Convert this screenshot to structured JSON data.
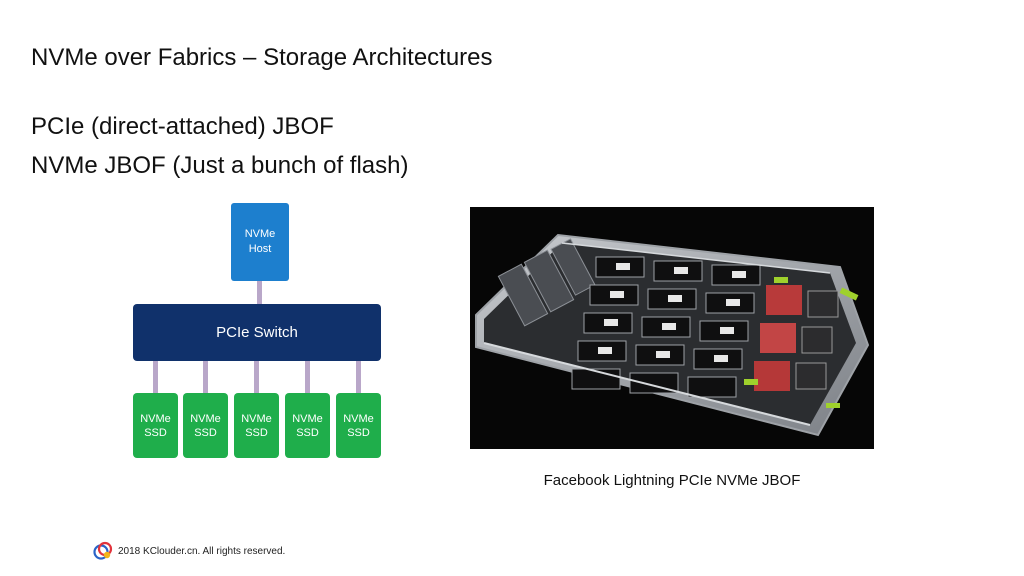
{
  "slide": {
    "title": "NVMe over Fabrics – Storage Architectures",
    "bullets": [
      "PCIe (direct-attached) JBOF",
      "NVMe JBOF (Just a bunch of flash)"
    ]
  },
  "diagram": {
    "host": {
      "line1": "NVMe",
      "line2": "Host"
    },
    "switch": {
      "label": "PCIe Switch"
    },
    "ssds": [
      {
        "line1": "NVMe",
        "line2": "SSD"
      },
      {
        "line1": "NVMe",
        "line2": "SSD"
      },
      {
        "line1": "NVMe",
        "line2": "SSD"
      },
      {
        "line1": "NVMe",
        "line2": "SSD"
      },
      {
        "line1": "NVMe",
        "line2": "SSD"
      }
    ]
  },
  "photo": {
    "caption": "Facebook Lightning PCIe NVMe JBOF"
  },
  "footer": {
    "copyright": "2018 KClouder.cn. All rights reserved."
  },
  "colors": {
    "host": "#1d7fce",
    "switch": "#10316b",
    "ssd": "#1fae4b",
    "connector": "#b9a7c9"
  }
}
